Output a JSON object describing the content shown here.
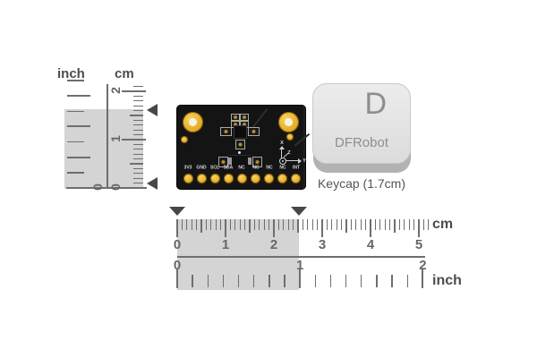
{
  "colors": {
    "background": "#ffffff",
    "ruler_ink": "#6e6e6e",
    "ruler_number": "#666666",
    "ruler_unit": "#4c4c4c",
    "highlight": "#d4d4d4",
    "marker": "#474747",
    "pcb": "#141414",
    "gold": "#e2a81f",
    "keycap_top": "#e6e6e6",
    "keycap_base": "#b2b2b2",
    "keycap_text": "#8e8e8e"
  },
  "vertical_ruler": {
    "unit_left": "inch",
    "unit_right": "cm",
    "cm_numbers": [
      "0",
      "1",
      "2"
    ],
    "inch_numbers": [
      "0"
    ]
  },
  "horizontal_ruler": {
    "unit_cm": "cm",
    "unit_inch": "inch",
    "cm_numbers": [
      "0",
      "1",
      "2",
      "3",
      "4",
      "5"
    ],
    "inch_numbers": [
      "0",
      "1",
      "2"
    ]
  },
  "board": {
    "pin_labels": [
      "3V3",
      "GND",
      "SCL",
      "SDA",
      "NC",
      "NC",
      "NC",
      "NC",
      "INT"
    ],
    "axis_labels": {
      "x": "X",
      "y": "Y",
      "z": "Z"
    }
  },
  "keycap": {
    "letter": "D",
    "brand": "DFRobot",
    "caption": "Keycap (1.7cm)"
  }
}
